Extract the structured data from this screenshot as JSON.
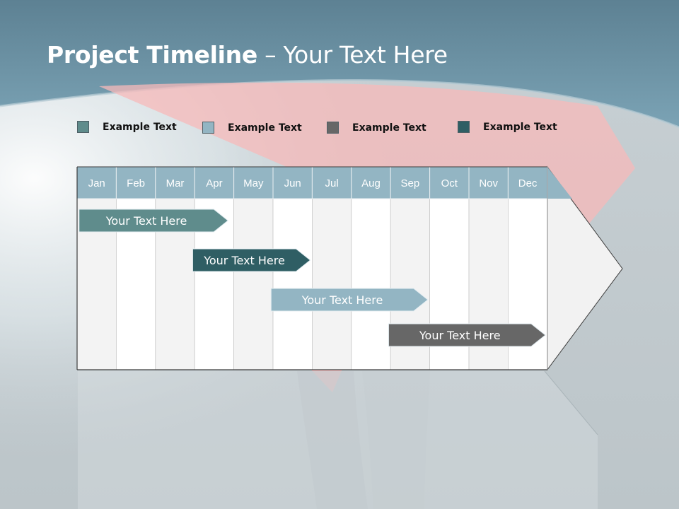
{
  "slide": {
    "title_bold": "Project Timeline",
    "title_rest": " – Your Text Here"
  },
  "legend": [
    {
      "label": "Example Text",
      "color": "#5f8c8c"
    },
    {
      "label": "Example Text",
      "color": "#93b5c3"
    },
    {
      "label": "Example Text",
      "color": "#676767"
    },
    {
      "label": "Example Text",
      "color": "#2f5e64"
    }
  ],
  "months": [
    "Jan",
    "Feb",
    "Mar",
    "Apr",
    "May",
    "Jun",
    "Jul",
    "Aug",
    "Sep",
    "Oct",
    "Nov",
    "Dec"
  ],
  "tasks": [
    {
      "label": "Your  Text Here",
      "start_month": 0.05,
      "end_month": 3.85,
      "color": "#5f8c8c"
    },
    {
      "label": "Your  Text Here",
      "start_month": 2.95,
      "end_month": 5.95,
      "color": "#2f5e64"
    },
    {
      "label": "Your  Text Here",
      "start_month": 4.95,
      "end_month": 8.95,
      "color": "#93b5c3"
    },
    {
      "label": "Your  Text Here",
      "start_month": 7.95,
      "end_month": 11.95,
      "color": "#676767"
    }
  ],
  "colors": {
    "header_band": "#93b5c3",
    "column_light": "#f3f3f3",
    "column_white": "#ffffff"
  }
}
